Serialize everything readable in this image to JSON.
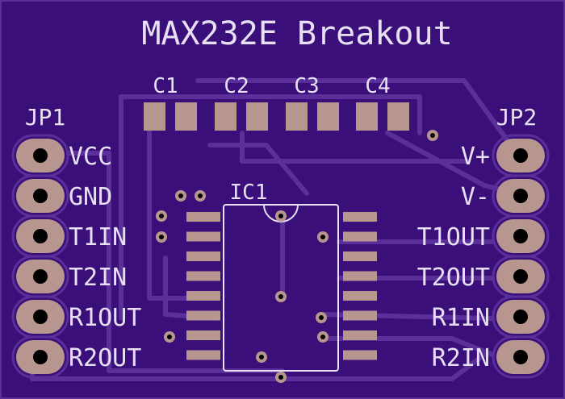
{
  "title": "MAX232E Breakout",
  "capacitors": [
    "C1",
    "C2",
    "C3",
    "C4"
  ],
  "ic": {
    "label": "IC1"
  },
  "jp1": {
    "label": "JP1",
    "pins": [
      "VCC",
      "GND",
      "T1IN",
      "T2IN",
      "R1OUT",
      "R2OUT"
    ]
  },
  "jp2": {
    "label": "JP2",
    "pins": [
      "V+",
      "V-",
      "T1OUT",
      "T2OUT",
      "R1IN",
      "R2IN"
    ]
  },
  "colors": {
    "board": "#3b0f7a",
    "trace": "#5a2f99",
    "silkscreen": "#e6e0f2",
    "copper_pad": "#b89690",
    "drill": "#000000"
  }
}
